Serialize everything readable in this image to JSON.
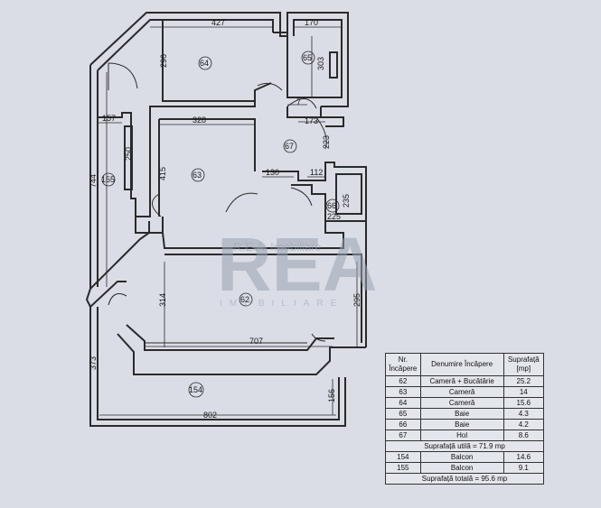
{
  "watermark": {
    "main": "R.E.A. Imobiliare",
    "sub": "IMOBILIARE"
  },
  "dimensions": {
    "d427": "427",
    "d170": "170",
    "d296": "296",
    "d303": "303",
    "d7": "7",
    "d173": "173",
    "d157": "157",
    "d328": "328",
    "d250": "250",
    "d415": "415",
    "d130": "130",
    "d112": "112",
    "d223": "223",
    "d235": "235",
    "d225": "225",
    "d744": "744",
    "d314": "314",
    "d295": "295",
    "d707": "707",
    "d373": "373",
    "d156": "156",
    "d802": "802"
  },
  "room_labels": {
    "r64": "64",
    "r65": "65",
    "r63": "63",
    "r67": "67",
    "r66": "66",
    "r155": "155",
    "r62": "62",
    "r154": "154"
  },
  "table": {
    "headers": [
      "Nr. Încăpere",
      "Denumire Încăpere",
      "Suprafață [mp]"
    ],
    "rows": [
      [
        "62",
        "Cameră + Bucătărie",
        "25.2"
      ],
      [
        "63",
        "Cameră",
        "14"
      ],
      [
        "64",
        "Cameră",
        "15.6"
      ],
      [
        "65",
        "Baie",
        "4.3"
      ],
      [
        "66",
        "Baie",
        "4.2"
      ],
      [
        "67",
        "Hol",
        "8.6"
      ]
    ],
    "useful_area": "Suprafață utilă = 71.9 mp",
    "balcony_rows": [
      [
        "154",
        "Balcon",
        "14.6"
      ],
      [
        "155",
        "Balcon",
        "9.1"
      ]
    ],
    "total_area": "Suprafață totală = 95.6 mp"
  }
}
